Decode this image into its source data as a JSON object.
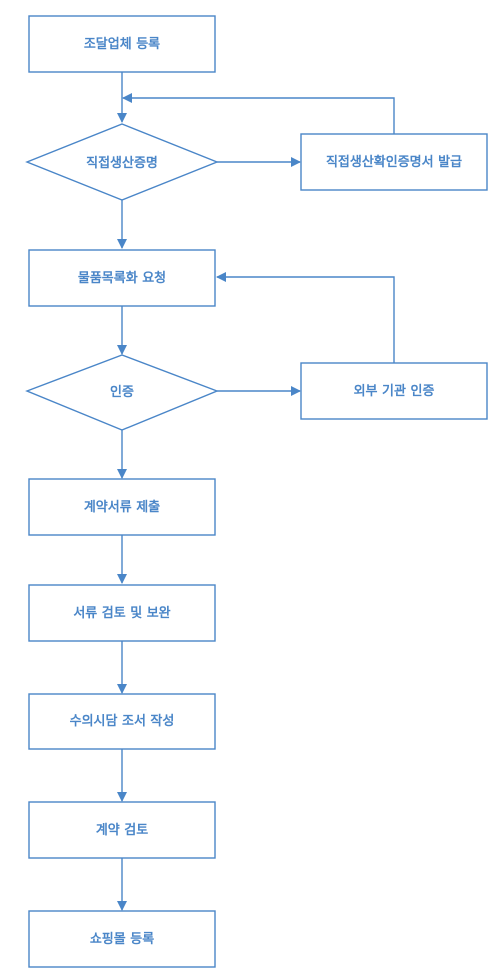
{
  "colors": {
    "stroke": "#4a86c8",
    "text": "#4a86c8",
    "background": "#ffffff"
  },
  "nodes": {
    "register_supplier": "조달업체 등록",
    "direct_production_proof": "직접생산증명",
    "direct_production_cert": "직접생산확인증명서 발급",
    "catalog_request": "물품목록화 요청",
    "certification": "인증",
    "external_certification": "외부 기관 인증",
    "submit_contract_docs": "계약서류 제출",
    "review_docs": "서류 검토 및 보완",
    "private_contract_survey": "수의시담 조서 작성",
    "contract_review": "계약 검토",
    "mall_registration": "쇼핑몰 등록"
  }
}
